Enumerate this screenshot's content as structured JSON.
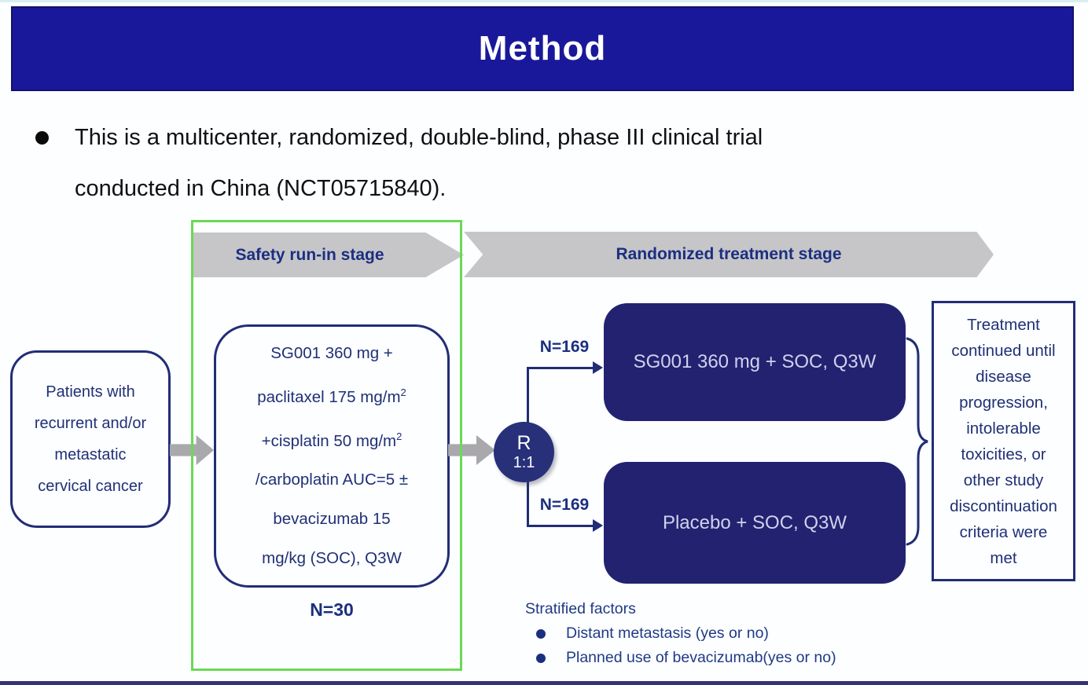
{
  "slide": {
    "title": "Method",
    "intro_lines": [
      "This is a multicenter, randomized, double-blind, phase III clinical trial",
      "conducted in China (NCT05715840)."
    ]
  },
  "stages": {
    "stage1": "Safety run-in stage",
    "stage2": "Randomized treatment stage"
  },
  "patient_box": {
    "lines": [
      "Patients with",
      "recurrent and/or",
      "metastatic",
      "cervical cancer"
    ]
  },
  "safety_box": {
    "lines": [
      {
        "text": "SG001 360 mg +"
      },
      {
        "text": "paclitaxel 175 mg/m",
        "sup": "2"
      },
      {
        "text": "+cisplatin 50 mg/m",
        "sup": "2"
      },
      {
        "text": "/carboplatin AUC=5 ±"
      },
      {
        "text": "bevacizumab 15"
      },
      {
        "text": "mg/kg (SOC), Q3W"
      }
    ],
    "n_label": "N=30"
  },
  "randomization": {
    "letter": "R",
    "ratio": "1:1"
  },
  "arms": [
    {
      "n_label": "N=169",
      "label": "SG001 360 mg + SOC, Q3W"
    },
    {
      "n_label": "N=169",
      "label": "Placebo + SOC, Q3W"
    }
  ],
  "outcome_box": {
    "lines": [
      "Treatment",
      "continued until",
      "disease",
      "progression,",
      "intolerable",
      "toxicities, or",
      "other study",
      "discontinuation",
      "criteria were",
      "met"
    ]
  },
  "stratified": {
    "title": "Stratified factors",
    "items": [
      "Distant metastasis (yes or no)",
      "Planned use of bevacizumab(yes or no)"
    ]
  },
  "colors": {
    "header_blue": "#1a189a",
    "diagram_navy": "#222d76",
    "arm_fill": "#232270",
    "frame_green": "#6bd955",
    "stage_arrow_gray": "#c6c6c9"
  }
}
